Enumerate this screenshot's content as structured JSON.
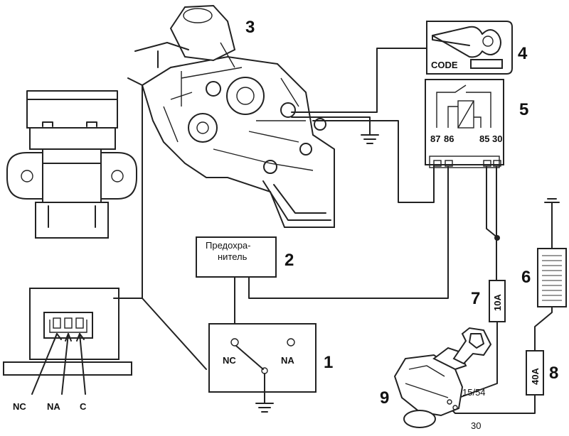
{
  "callouts": {
    "n1": "1",
    "n2": "2",
    "n3": "3",
    "n4": "4",
    "n5": "5",
    "n6": "6",
    "n7": "7",
    "n8": "8",
    "n9": "9"
  },
  "fuse_box": {
    "line1": "Предохра-",
    "line2": "нитель"
  },
  "switch": {
    "nc": "NC",
    "na": "NA"
  },
  "connector": {
    "nc": "NC",
    "na": "NA",
    "c": "C"
  },
  "key_fob": {
    "code": "CODE"
  },
  "relay": {
    "pin87": "87",
    "pin86": "86",
    "pin85": "85",
    "pin30": "30"
  },
  "fuse_small": {
    "rating": "10A"
  },
  "fuse_large": {
    "rating": "40A"
  },
  "ignition": {
    "terminal_1554": "15/54",
    "terminal_30": "30"
  },
  "colors": {
    "ink": "#222222",
    "paper": "#ffffff"
  }
}
